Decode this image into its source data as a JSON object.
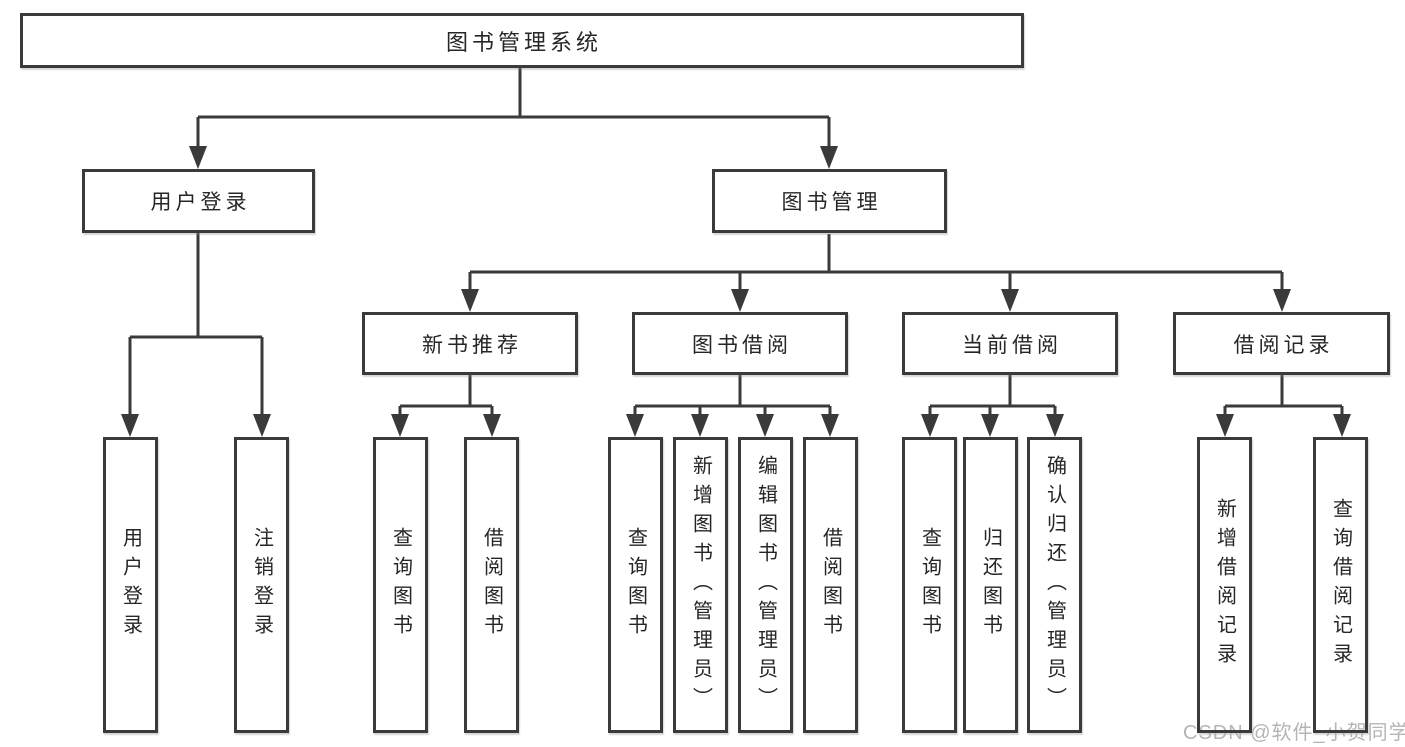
{
  "watermark": "CSDN @软件_小贺同学",
  "colors": {
    "line": "#3a3a3a",
    "box_border": "#3a3a3a",
    "box_background": "#ffffff",
    "text": "#262626",
    "watermark": "#b5b5b5",
    "page_background": "#ffffff"
  },
  "tree": {
    "label": "图书管理系统",
    "children": [
      {
        "label": "用户登录",
        "children": [
          {
            "label": "用户登录"
          },
          {
            "label": "注销登录"
          }
        ]
      },
      {
        "label": "图书管理",
        "children": [
          {
            "label": "新书推荐",
            "children": [
              {
                "label": "查询图书"
              },
              {
                "label": "借阅图书"
              }
            ]
          },
          {
            "label": "图书借阅",
            "children": [
              {
                "label": "查询图书"
              },
              {
                "label": "新增图书（管理员）"
              },
              {
                "label": "编辑图书（管理员）"
              },
              {
                "label": "借阅图书"
              }
            ]
          },
          {
            "label": "当前借阅",
            "children": [
              {
                "label": "查询图书"
              },
              {
                "label": "归还图书"
              },
              {
                "label": "确认归还（管理员）"
              }
            ]
          },
          {
            "label": "借阅记录",
            "children": [
              {
                "label": "新增借阅记录"
              },
              {
                "label": "查询借阅记录"
              }
            ]
          }
        ]
      }
    ]
  }
}
